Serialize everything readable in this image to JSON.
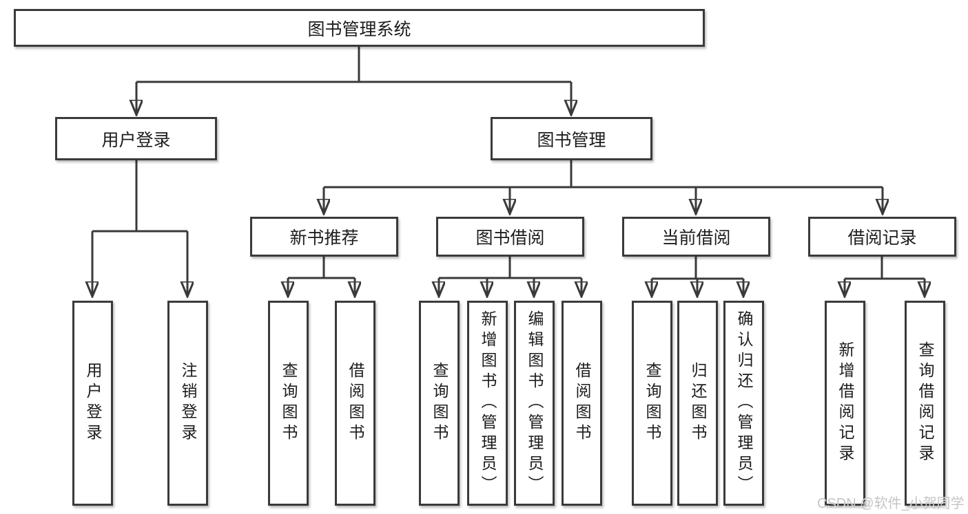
{
  "diagram": {
    "title": "图书管理系统",
    "root": {
      "label": "图书管理系统"
    },
    "level2": [
      {
        "label": "用户登录"
      },
      {
        "label": "图书管理"
      }
    ],
    "level3": [
      {
        "label": "新书推荐"
      },
      {
        "label": "图书借阅"
      },
      {
        "label": "当前借阅"
      },
      {
        "label": "借阅记录"
      }
    ],
    "leaves": [
      {
        "label": "用户登录"
      },
      {
        "label": "注销登录"
      },
      {
        "label": "查询图书"
      },
      {
        "label": "借阅图书"
      },
      {
        "label": "查询图书"
      },
      {
        "label": "新增图书（管理员）"
      },
      {
        "label": "编辑图书（管理员）"
      },
      {
        "label": "借阅图书"
      },
      {
        "label": "查询图书"
      },
      {
        "label": "归还图书"
      },
      {
        "label": "确认归还（管理员）"
      },
      {
        "label": "新增借阅记录"
      },
      {
        "label": "查询借阅记录"
      }
    ]
  },
  "watermark": {
    "text": "CSDN @软件_小贺同学"
  },
  "colors": {
    "line": "#3a3a3a",
    "box_border": "#3a3a3a",
    "box_fill": "#ffffff",
    "text": "#1c1c1c",
    "watermark": "#c5c5c5",
    "background": "#ffffff"
  }
}
